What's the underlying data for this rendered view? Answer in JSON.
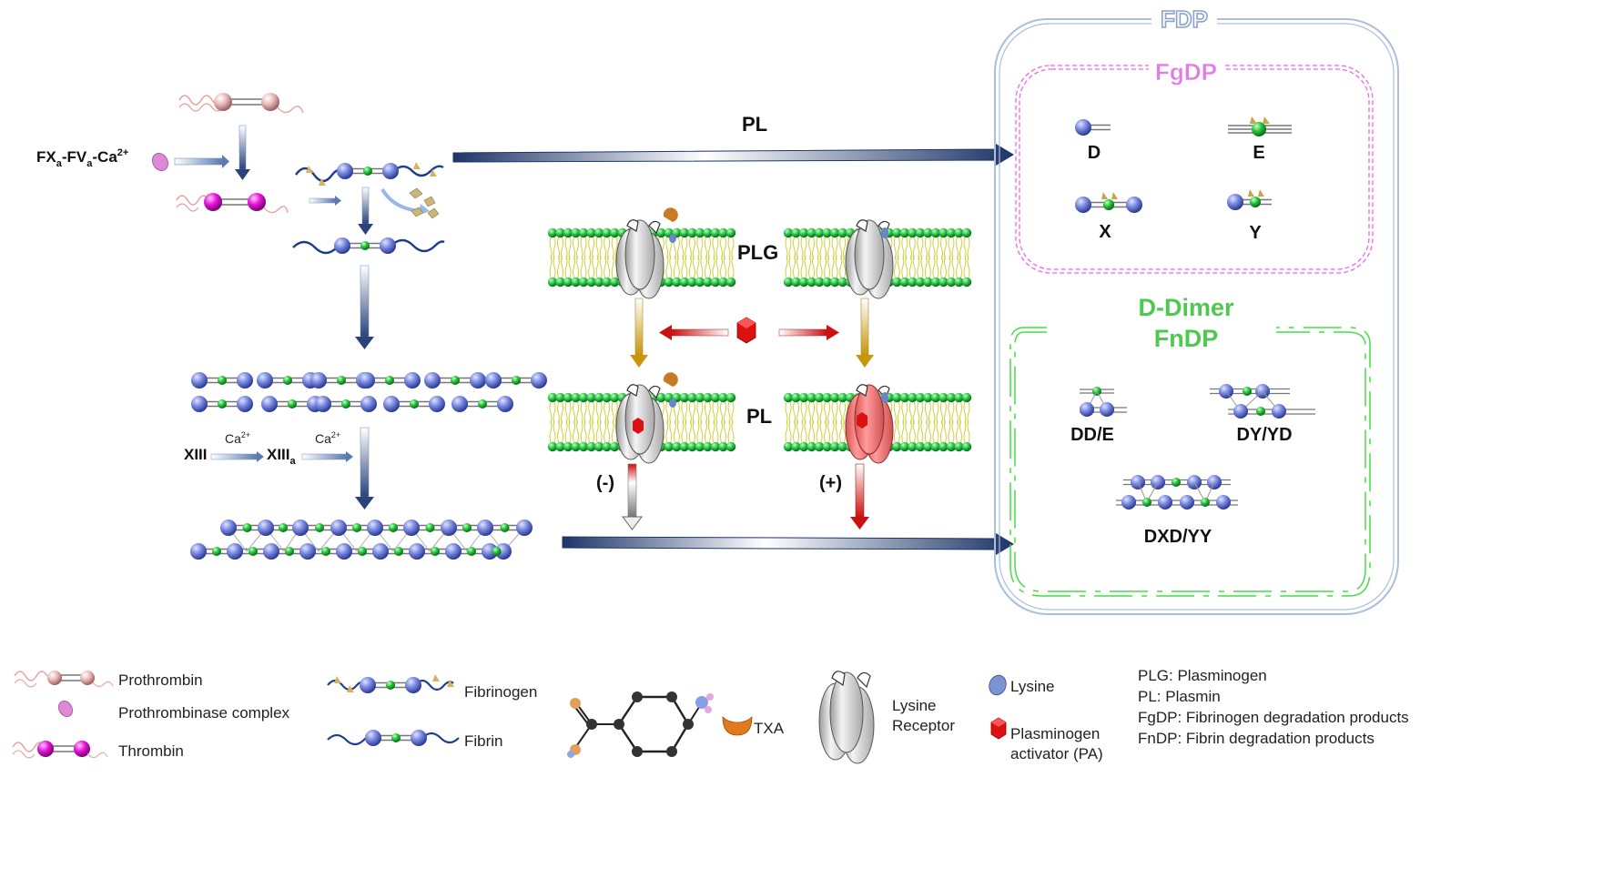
{
  "labels": {
    "fxa_main": "FX",
    "fxa_sub_a1": "a",
    "fxa_mid": "-FV",
    "fxa_sub_a2": "a",
    "fxa_ca": "-Ca",
    "fxa_sup": "2+",
    "xiii": "XIII",
    "xiiia_main": "XIII",
    "xiiia_sub": "a",
    "ca_main": "Ca",
    "ca_sup": "2+",
    "pl_top": "PL",
    "plg": "PLG",
    "pl_mid": "PL",
    "minus": "(-)",
    "plus": "(+)"
  },
  "fdp_box": {
    "title": "FDP",
    "fgdp": {
      "title": "FgDP",
      "items": [
        "D",
        "E",
        "X",
        "Y"
      ]
    },
    "fndp": {
      "title_line1": "D-Dimer",
      "title_line2": "FnDP",
      "items": [
        "DD/E",
        "DY/YD",
        "DXD/YY"
      ]
    }
  },
  "legend": {
    "prothrombin": "Prothrombin",
    "prothrombinase": "Prothrombinase complex",
    "thrombin": "Thrombin",
    "fibrinogen": "Fibrinogen",
    "fibrin": "Fibrin",
    "txa": "TXA",
    "lysine_receptor_1": "Lysine",
    "lysine_receptor_2": "Receptor",
    "lysine": "Lysine",
    "pa_1": "Plasminogen",
    "pa_2": "activator (PA)",
    "abbr": [
      "PLG: Plasminogen",
      "PL: Plasmin",
      "FgDP: Fibrinogen degradation products",
      "FnDP: Fibrin degradation products"
    ]
  },
  "colors": {
    "blue_arrow": "#1f3b73",
    "frame": "#a9bfdc",
    "fgdp_border": "#ee66ee",
    "fgdp_title": "#cc44cc",
    "fndp_border": "#44dd44",
    "fndp_title": "#33bb33",
    "sphere_blue": "#6f80d8",
    "sphere_green": "#1fbf2f",
    "thrombin": "#dd11cc",
    "prothrombin": "#e3b4b4",
    "membrane_head": "#22bb44",
    "tail": "#d6d84a",
    "pa_red": "#dd1111",
    "txa": "#e07a1c"
  }
}
